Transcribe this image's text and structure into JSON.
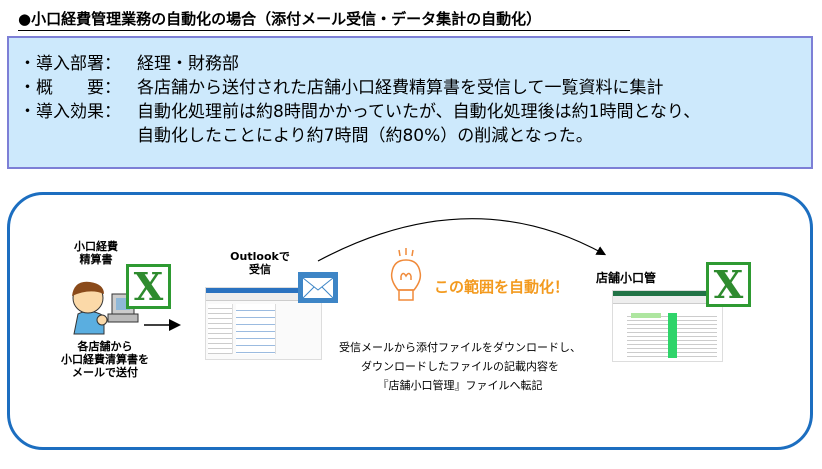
{
  "title": "●小口経費管理業務の自動化の場合（添付メール受信・データ集計の自動化）",
  "info": [
    {
      "label": "・導入部署：",
      "value": "経理・財務部"
    },
    {
      "label": "・概　　要：",
      "value": "各店舗から送付された店舗小口経費精算書を受信して一覧資料に集計"
    },
    {
      "label": "・導入効果：",
      "value": "自動化処理前は約8時間かかっていたが、自動化処理後は約1時間となり、"
    },
    {
      "label": "",
      "value": "自動化したことにより約7時間（約80%）の削減となった。"
    }
  ],
  "diagram": {
    "doc_label": [
      "小口経費",
      "精算書"
    ],
    "sender_label": [
      "各店舗から",
      "小口経費清算書を",
      "メールで送付"
    ],
    "outlook_label": [
      "Outlookで",
      "受信"
    ],
    "automation_label": "この範囲を自動化！",
    "description": [
      "受信メールから添付ファイルをダウンロードし、",
      "ダウンロードしたファイルの記載内容を",
      "『店舗小口管理』ファイルへ転記"
    ],
    "target_label": "店舗小口管",
    "excel_glyph": "X",
    "colors": {
      "accent": "#f39a1e",
      "frame": "#1c6ec0",
      "excel": "#2e9a32"
    }
  }
}
